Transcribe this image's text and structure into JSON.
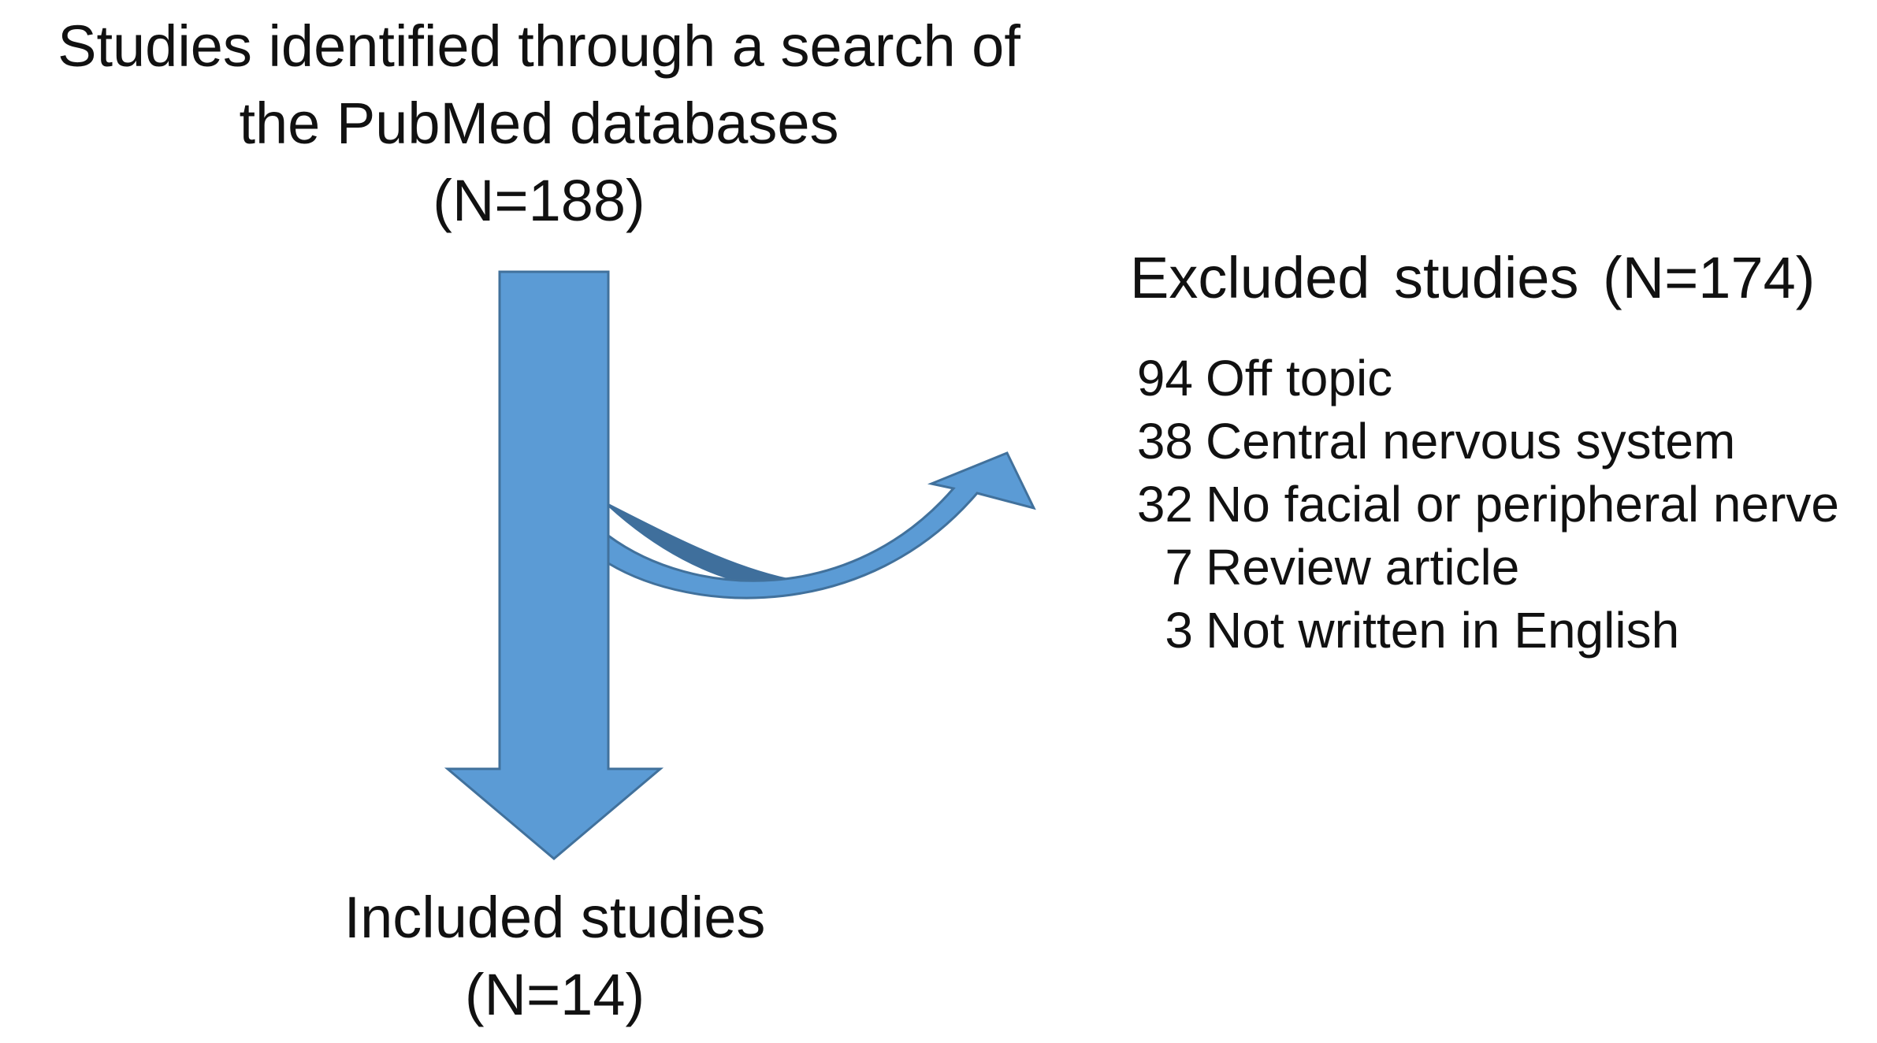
{
  "source": {
    "lines": [
      "Studies identified through a search of",
      "the PubMed databases",
      "(N=188)"
    ]
  },
  "excluded": {
    "title": "Excluded studies (N=174)",
    "reasons": [
      {
        "count": "94",
        "label": "Off topic"
      },
      {
        "count": "38",
        "label": "Central nervous system"
      },
      {
        "count": "32",
        "label": "No facial or peripheral nerve"
      },
      {
        "count": "7",
        "label": "Review article"
      },
      {
        "count": "3",
        "label": "Not written in English"
      }
    ]
  },
  "included": {
    "lines": [
      "Included studies",
      "(N=14)"
    ]
  },
  "colors": {
    "arrow_fill": "#5b9bd5",
    "arrow_stroke": "#41719c",
    "arrow_shadow": "#3f6f9c",
    "text": "#111111",
    "background": "#ffffff"
  }
}
